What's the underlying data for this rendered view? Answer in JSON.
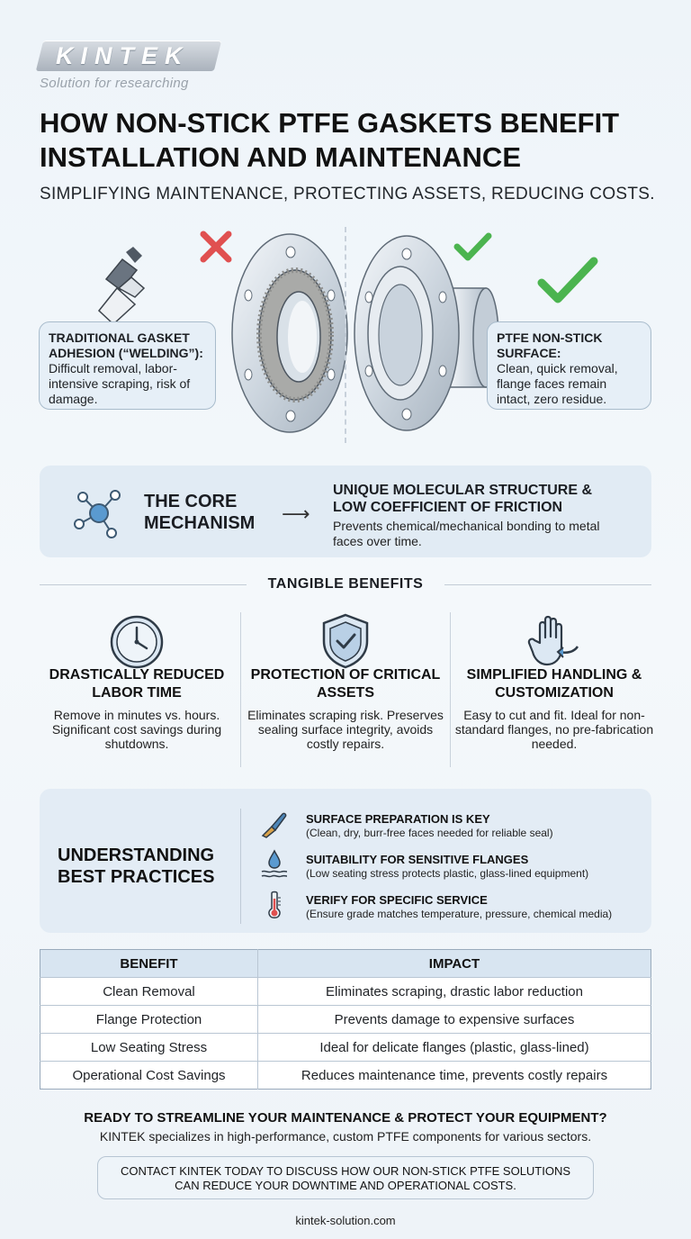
{
  "brand": {
    "logo": "KINTEK",
    "tagline": "Solution for researching"
  },
  "title": "HOW NON-STICK PTFE GASKETS BENEFIT INSTALLATION AND MAINTENANCE",
  "subtitle": "SIMPLIFYING MAINTENANCE, PROTECTING ASSETS, REDUCING COSTS.",
  "comparison": {
    "left": {
      "title": "TRADITIONAL GASKET ADHESION (“WELDING”):",
      "body": "Difficult removal, labor-intensive scraping, risk of damage."
    },
    "right": {
      "title": "PTFE NON-STICK SURFACE:",
      "body": "Clean, quick removal, flange faces remain intact, zero residue."
    }
  },
  "core": {
    "title": "THE CORE MECHANISM",
    "arrow": "⟶",
    "heading": "UNIQUE MOLECULAR STRUCTURE & LOW COEFFICIENT OF FRICTION",
    "body": "Prevents chemical/mechanical bonding to metal faces over time."
  },
  "benefits": {
    "title": "TANGIBLE BENEFITS",
    "items": [
      {
        "title": "DRASTICALLY REDUCED LABOR TIME",
        "body": "Remove in minutes vs. hours. Significant cost savings during shutdowns."
      },
      {
        "title": "PROTECTION OF CRITICAL ASSETS",
        "body": "Eliminates scraping risk. Preserves sealing surface integrity, avoids costly repairs."
      },
      {
        "title": "SIMPLIFIED HANDLING & CUSTOMIZATION",
        "body": "Easy to cut and fit. Ideal for non-standard flanges, no pre-fabrication needed."
      }
    ]
  },
  "best_practices": {
    "title": "UNDERSTANDING BEST PRACTICES",
    "items": [
      {
        "title": "SURFACE PREPARATION IS KEY",
        "body": "(Clean, dry, burr-free faces needed for reliable seal)"
      },
      {
        "title": "SUITABILITY FOR SENSITIVE FLANGES",
        "body": "(Low seating stress protects plastic, glass-lined equipment)"
      },
      {
        "title": "VERIFY FOR SPECIFIC SERVICE",
        "body": "(Ensure grade matches temperature, pressure, chemical media)"
      }
    ]
  },
  "table": {
    "headers": [
      "BENEFIT",
      "IMPACT"
    ],
    "rows": [
      [
        "Clean Removal",
        "Eliminates scraping, drastic labor reduction"
      ],
      [
        "Flange Protection",
        "Prevents damage to expensive surfaces"
      ],
      [
        "Low Seating Stress",
        "Ideal for delicate flanges (plastic, glass-lined)"
      ],
      [
        "Operational Cost Savings",
        "Reduces maintenance time, prevents costly repairs"
      ]
    ]
  },
  "cta": {
    "headline": "READY TO STREAMLINE YOUR MAINTENANCE & PROTECT YOUR EQUIPMENT?",
    "body": "KINTEK specializes in high-performance, custom PTFE components for various sectors.",
    "contact_line1": "CONTACT KINTEK TODAY TO DISCUSS HOW OUR NON-STICK PTFE SOLUTIONS",
    "contact_line2": "CAN REDUCE YOUR DOWNTIME AND OPERATIONAL COSTS.",
    "website": "kintek-solution.com"
  },
  "colors": {
    "accent": "#e1ebf4",
    "check_green": "#4bb44f",
    "cross_red": "#e05050",
    "icon_blue": "#4d86b8"
  }
}
